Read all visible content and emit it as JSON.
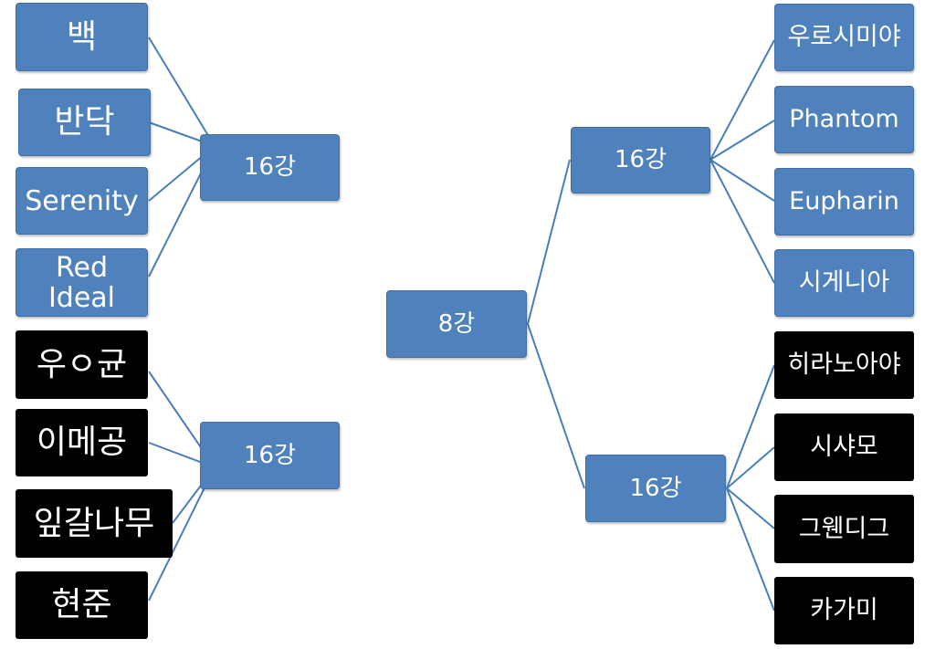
{
  "colors": {
    "blue_box": "#4f81bd",
    "black_box": "#000000",
    "connector": "#4a7ebb",
    "text": "#ffffff"
  },
  "root": {
    "label": "8강"
  },
  "hubs": {
    "left_top": "16강",
    "left_bottom": "16강",
    "right_top": "16강",
    "right_bottom": "16강"
  },
  "left_top_entries": [
    "백",
    "반닥",
    "Serenity",
    "Red Ideal"
  ],
  "left_bottom_entries": [
    "우ㅇ균",
    "이메공",
    "잎갈나무",
    "현준"
  ],
  "right_top_entries": [
    "우로시미야",
    "Phantom",
    "Eupharin",
    "시게니아"
  ],
  "right_bottom_entries": [
    "히라노아야",
    "시샤모",
    "그웬디그",
    "카가미"
  ]
}
